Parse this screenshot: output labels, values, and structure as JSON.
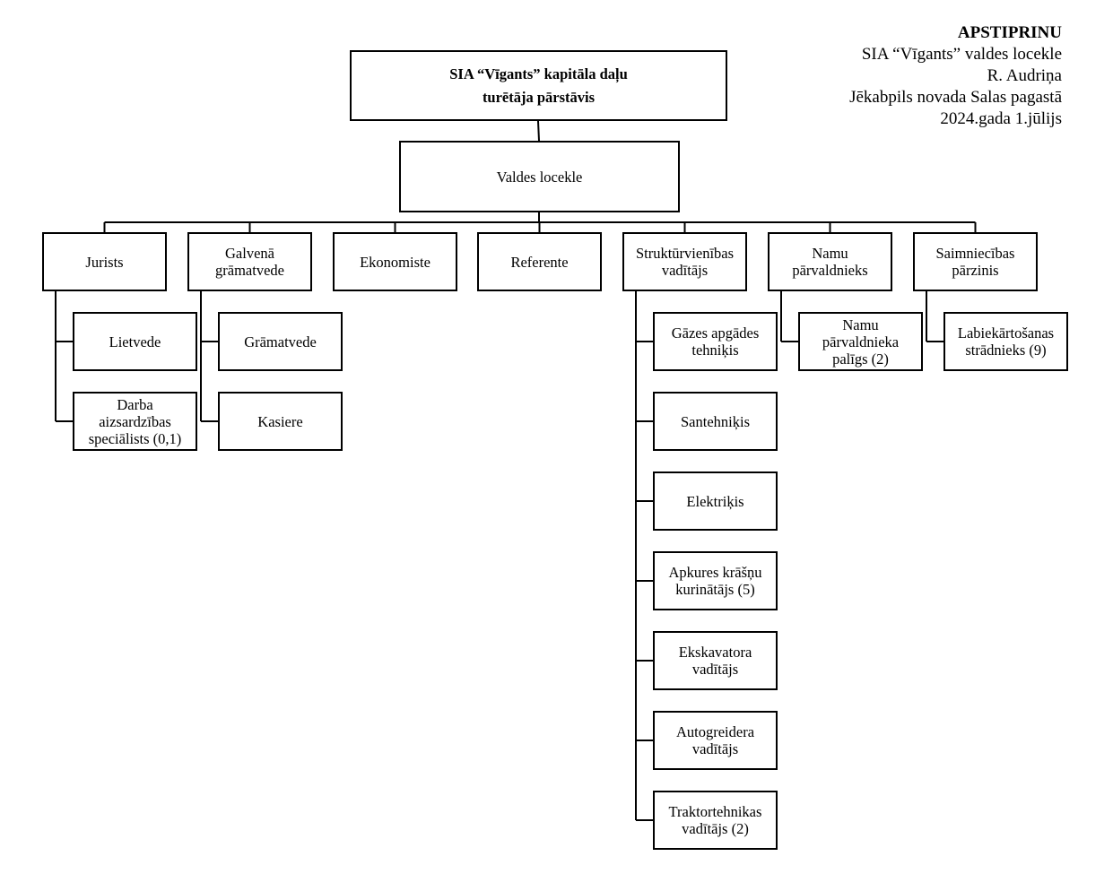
{
  "approval": {
    "title": "APSTIPRINU",
    "lines": [
      "SIA “Vīgants” valdes locekle",
      "R. Audriņa",
      "Jēkabpils novada Salas pagastā",
      "2024.gada 1.jūlijs"
    ]
  },
  "top": {
    "line1": "SIA “Vīgants” kapitāla daļu",
    "line2": "turētāja pārstāvis"
  },
  "board": {
    "label": "Valdes locekle"
  },
  "departments": [
    {
      "lines": [
        "Jurists"
      ],
      "subs": [
        {
          "lines": [
            "Lietvede"
          ]
        },
        {
          "lines": [
            "Darba",
            "aizsardzības",
            "speciālists (0,1)"
          ]
        }
      ]
    },
    {
      "lines": [
        "Galvenā",
        "grāmatvede"
      ],
      "subs": [
        {
          "lines": [
            "Grāmatvede"
          ]
        },
        {
          "lines": [
            "Kasiere"
          ]
        }
      ]
    },
    {
      "lines": [
        "Ekonomiste"
      ],
      "subs": []
    },
    {
      "lines": [
        "Referente"
      ],
      "subs": []
    },
    {
      "lines": [
        "Struktūrvienības",
        "vadītājs"
      ],
      "subs": [
        {
          "lines": [
            "Gāzes apgādes",
            "tehniķis"
          ]
        },
        {
          "lines": [
            "Santehniķis"
          ]
        },
        {
          "lines": [
            "Elektriķis"
          ]
        },
        {
          "lines": [
            "Apkures krāšņu",
            "kurinātājs (5)"
          ]
        },
        {
          "lines": [
            "Ekskavatora",
            "vadītājs"
          ]
        },
        {
          "lines": [
            "Autogreidera",
            "vadītājs"
          ]
        },
        {
          "lines": [
            "Traktortehnikas",
            "vadītājs (2)"
          ]
        }
      ]
    },
    {
      "lines": [
        "Namu",
        "pārvaldnieks"
      ],
      "subs": [
        {
          "lines": [
            "Namu",
            "pārvaldnieka",
            "palīgs (2)"
          ]
        }
      ]
    },
    {
      "lines": [
        "Saimniecības",
        "pārzinis"
      ],
      "subs": [
        {
          "lines": [
            "Labiekārtošanas",
            "strādnieks (9)"
          ]
        }
      ]
    }
  ]
}
